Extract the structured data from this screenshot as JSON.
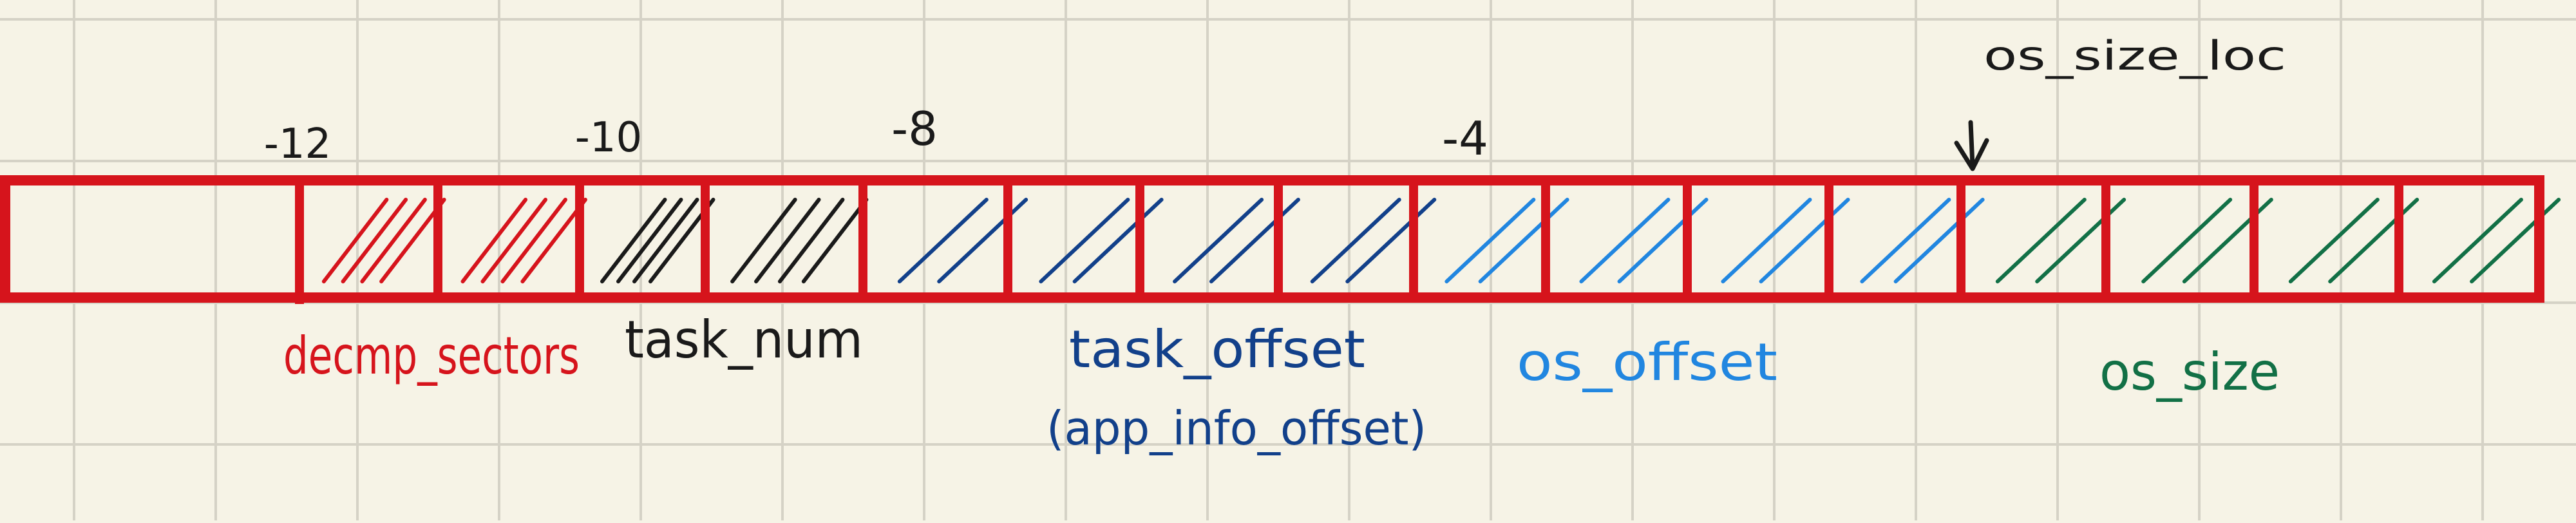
{
  "colors": {
    "paper": "#f6f3e6",
    "grid": "#d5d2c6",
    "frame": "#d6141c",
    "decomp": "#d6141c",
    "task_num": "#1a1a1a",
    "task_offset": "#12408a",
    "os_offset": "#2186e0",
    "os_size": "#127046"
  },
  "offset_labels": [
    "-12",
    "-10",
    "-8",
    "-4"
  ],
  "pointer": {
    "label": "os_size_loc",
    "icon": "down-arrow-icon"
  },
  "fields": [
    {
      "id": "decomp-sectors",
      "label": "decmp_sectors",
      "color": "#d6141c",
      "lines": [
        "decmp_sectors"
      ]
    },
    {
      "id": "task-num",
      "label": "task_num",
      "color": "#1a1a1a",
      "lines": [
        "task_num"
      ]
    },
    {
      "id": "task-offset",
      "label": "task_offset",
      "sub": "(app_info_offset)",
      "color": "#12408a",
      "lines": [
        "task_offset",
        "(app_info_offset)"
      ]
    },
    {
      "id": "os-offset",
      "label": "os_offset",
      "color": "#2186e0",
      "lines": [
        "os_offset"
      ]
    },
    {
      "id": "os-size",
      "label": "os_size",
      "color": "#127046",
      "lines": [
        "os_size"
      ]
    }
  ]
}
